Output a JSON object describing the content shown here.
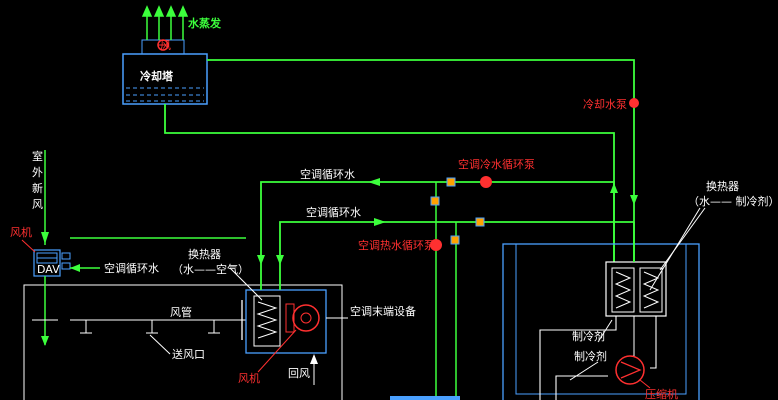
{
  "labels": {
    "steam": "水蒸发",
    "cooling_tower": "冷却塔",
    "fan_symbol": "风",
    "outdoor_air": [
      "室",
      "外",
      "新",
      "风"
    ],
    "cooling_water_pump": "冷却水泵",
    "ac_loop_water_top": "空调循环水",
    "ac_loop_water_mid": "空调循环水",
    "ac_loop_water_left": "空调循环水",
    "chilled_water_pump": "空调冷水循环泵",
    "hot_water_pump": "空调热水循环泵",
    "heat_exchanger_left_1": "换热器",
    "heat_exchanger_left_2": "（水——空气）",
    "heat_exchanger_right_1": "换热器",
    "heat_exchanger_right_2": "（水—— 制冷剂）",
    "valve_left": "风机",
    "valve_small": "DAV",
    "duct": "风管",
    "supply_outlet": "送风口",
    "fan_coil_unit": "空调末端设备",
    "fan": "风机",
    "return_air": "回风",
    "refrigerant_1": "制冷剂",
    "refrigerant_2": "制冷剂",
    "compressor": "压缩机"
  },
  "colors": {
    "water": "#3cff3c",
    "equipment": "#4aa0ff",
    "pump": "#ff3030",
    "valve": "#ffa000",
    "text_white": "#ffffff",
    "text_red": "#ff3030"
  }
}
